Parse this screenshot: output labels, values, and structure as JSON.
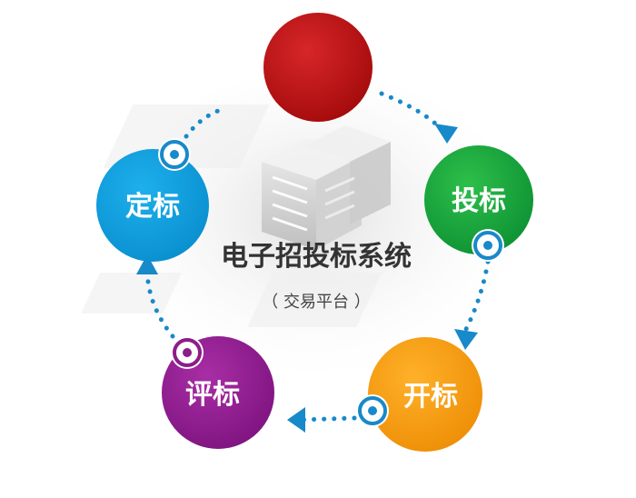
{
  "title": "电子招投标系统",
  "subtitle": "（ 交易平台 ）",
  "icons": {
    "center": "server-rack-icon",
    "connector": "target-ring-icon"
  },
  "colors": {
    "top": "#b00d0d",
    "tender": "#12a23c",
    "opening": "#f39a10",
    "evaluation": "#8c1d8a",
    "award": "#0f9ad6",
    "connector": "#1889c9",
    "background_gray": "#e6e6e6"
  },
  "nodes": {
    "top": {
      "label": ""
    },
    "tender": {
      "label": "投标"
    },
    "opening": {
      "label": "开标"
    },
    "evaluation": {
      "label": "评标"
    },
    "award": {
      "label": "定标"
    }
  }
}
